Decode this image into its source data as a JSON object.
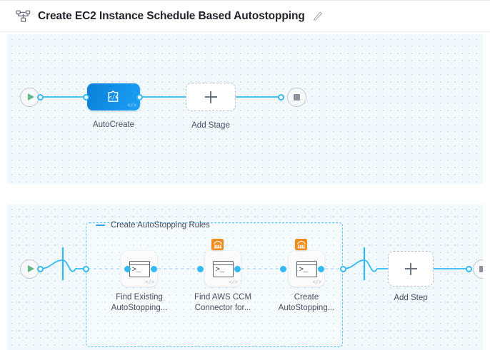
{
  "header": {
    "icon": "pipeline-nodes-icon",
    "title": "Create EC2 Instance Schedule Based Autostopping",
    "edit_icon": "pencil-edit-icon"
  },
  "colors": {
    "accent_blue": "#33baf5",
    "stage_blue": "#0a7fd8",
    "aws_orange": "#f08c1b",
    "start_green": "#5fb783",
    "stop_grey": "#8d919e",
    "canvas_bg": "#f2f9fd",
    "group_dash": "#55c3f5"
  },
  "stage_canvas": {
    "name": "stages-canvas",
    "start_node": {
      "name": "pipeline-start-node",
      "icon": "play-icon"
    },
    "end_node": {
      "name": "pipeline-end-node",
      "icon": "stop-icon"
    },
    "stages": [
      {
        "name": "stage-node-autocreate",
        "label": "AutoCreate",
        "icon": "puzzle-code-icon",
        "code_badge": "</>",
        "type": "custom"
      }
    ],
    "add_stage": {
      "name": "add-stage-button",
      "label": "Add Stage",
      "icon": "plus-icon"
    }
  },
  "step_canvas": {
    "name": "steps-canvas",
    "start_node": {
      "name": "execution-start-node",
      "icon": "play-icon"
    },
    "end_node": {
      "name": "execution-end-node",
      "icon": "stop-icon"
    },
    "group": {
      "name": "step-group-create-autostopping-rules",
      "title": "Create AutoStopping Rules",
      "collapse_icon": "minus-collapse-icon"
    },
    "steps": [
      {
        "name": "step-node-find-existing-autostopping",
        "label_line1": "Find Existing",
        "label_line2": "AutoStopping...",
        "icon": "shell-script-icon",
        "prompt": ">_",
        "code_badge": "</>",
        "badge": null
      },
      {
        "name": "step-node-find-aws-ccm-connector",
        "label_line1": "Find AWS CCM",
        "label_line2": "Connector for...",
        "icon": "shell-script-icon",
        "prompt": ">_",
        "code_badge": "</>",
        "badge": "aws-icon"
      },
      {
        "name": "step-node-create-autostopping",
        "label_line1": "Create",
        "label_line2": "AutoStopping...",
        "icon": "shell-script-icon",
        "prompt": ">_",
        "code_badge": "</>",
        "badge": "aws-icon"
      }
    ],
    "add_step": {
      "name": "add-step-button",
      "label": "Add Step",
      "icon": "plus-icon"
    }
  }
}
